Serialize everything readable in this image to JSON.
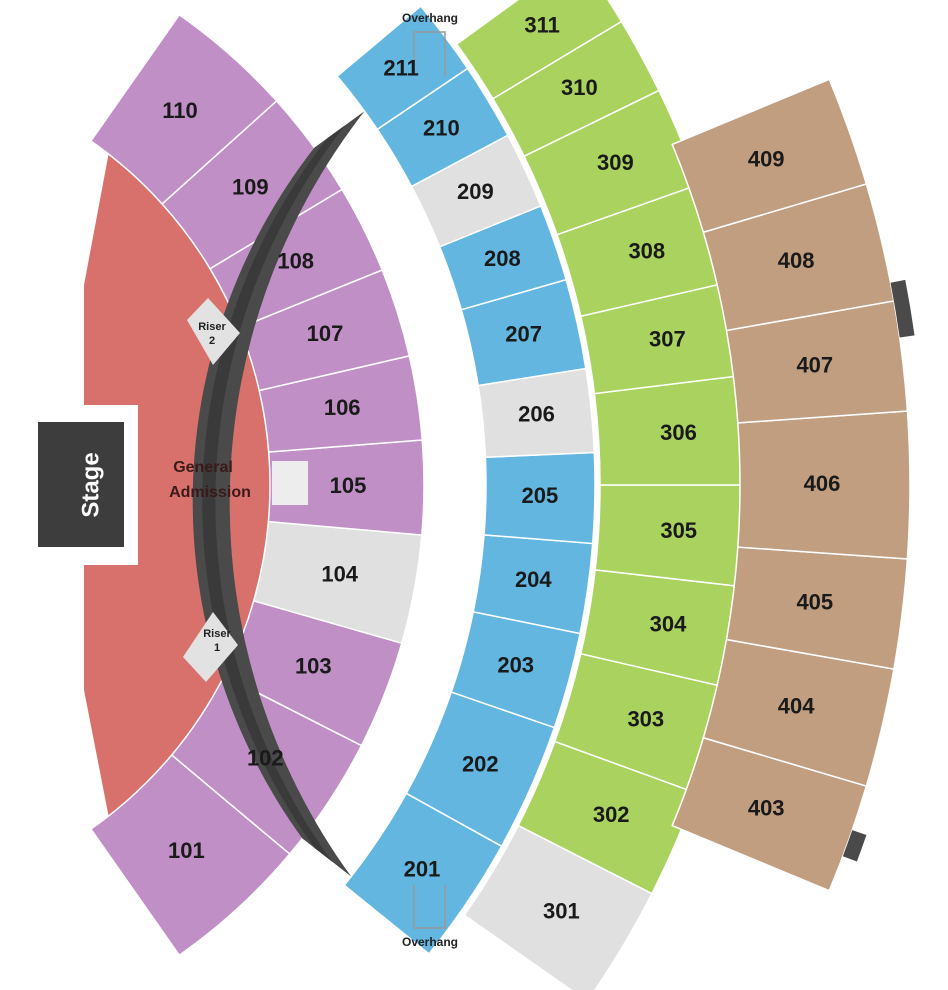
{
  "colors": {
    "ga": "#d8716c",
    "floor_riser": "#e2e2e2",
    "level100": "#bf8fc6",
    "level200": "#62b6e0",
    "level300": "#a9d25e",
    "level400": "#c19e80",
    "unavailable": "#e0e0e0",
    "dark": "#4a4a4a",
    "stage": "#3d3d3d"
  },
  "stage": {
    "label": "Stage"
  },
  "general_admission": {
    "line1": "General",
    "line2": "Admission"
  },
  "risers": [
    {
      "line1": "Riser",
      "line2": "2"
    },
    {
      "line1": "Riser",
      "line2": "1"
    }
  ],
  "overhang": {
    "top": "Overhang",
    "bottom": "Overhang"
  },
  "levels": {
    "100": {
      "sections": [
        "101",
        "102",
        "103",
        "104",
        "105",
        "106",
        "107",
        "108",
        "109",
        "110"
      ]
    },
    "200": {
      "sections": [
        "201",
        "202",
        "203",
        "204",
        "205",
        "206",
        "207",
        "208",
        "209",
        "210",
        "211"
      ]
    },
    "300": {
      "sections": [
        "301",
        "302",
        "303",
        "304",
        "305",
        "306",
        "307",
        "308",
        "309",
        "310",
        "311"
      ]
    },
    "400": {
      "sections": [
        "403",
        "404",
        "405",
        "406",
        "407",
        "408",
        "409"
      ]
    }
  },
  "unavailable_sections": [
    "104",
    "206",
    "209",
    "301"
  ]
}
